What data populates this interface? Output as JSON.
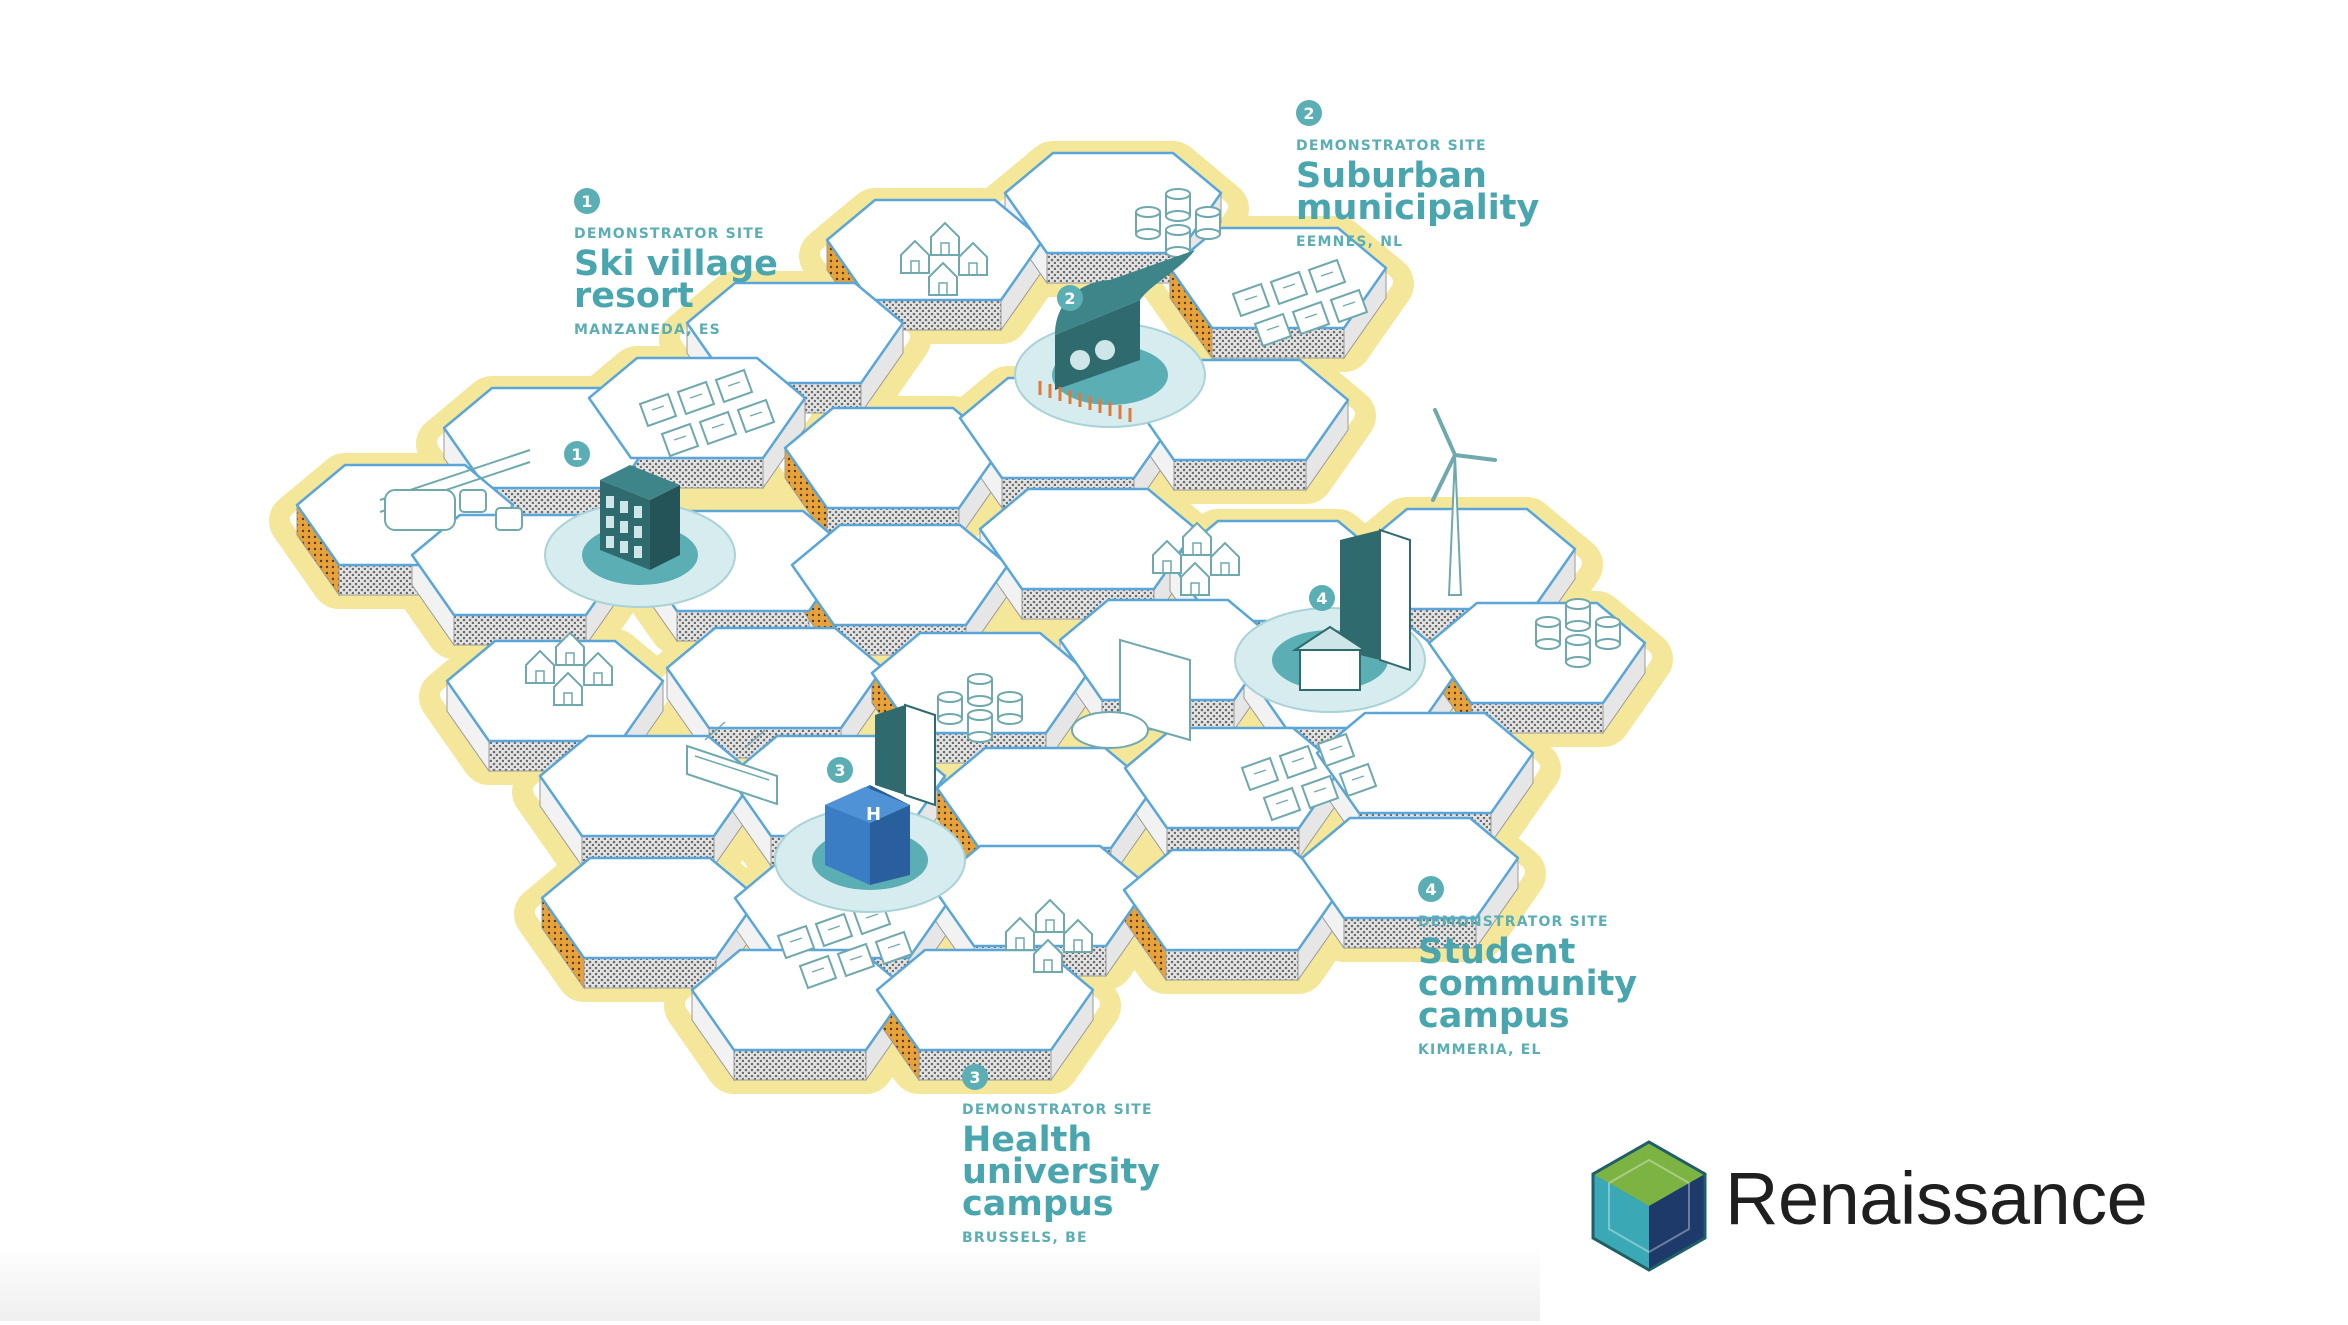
{
  "sites": [
    {
      "number": "1",
      "kicker": "DEMONSTRATOR SITE",
      "title_lines": [
        "Ski village",
        "resort"
      ],
      "location": "MANZANEDA, ES"
    },
    {
      "number": "2",
      "kicker": "DEMONSTRATOR SITE",
      "title_lines": [
        "Suburban",
        "municipality"
      ],
      "location": "EEMNES, NL"
    },
    {
      "number": "3",
      "kicker": "DEMONSTRATOR SITE",
      "title_lines": [
        "Health",
        "university",
        "campus"
      ],
      "location": "BRUSSELS, BE"
    },
    {
      "number": "4",
      "kicker": "DEMONSTRATOR SITE",
      "title_lines": [
        "Student",
        "community",
        "campus"
      ],
      "location": "KIMMERIA, EL"
    }
  ],
  "map_markers": [
    "1",
    "2",
    "3",
    "4"
  ],
  "hospital_sign": "H",
  "logo": {
    "text": "Renaissance",
    "icon": "hexagon-cube-icon"
  },
  "colors": {
    "accent": "#5aaeb4",
    "dark_teal": "#2f6b6e",
    "outline": "#5aa6d8",
    "border": "#f5e79a",
    "side_orange": "#e8a23a"
  }
}
